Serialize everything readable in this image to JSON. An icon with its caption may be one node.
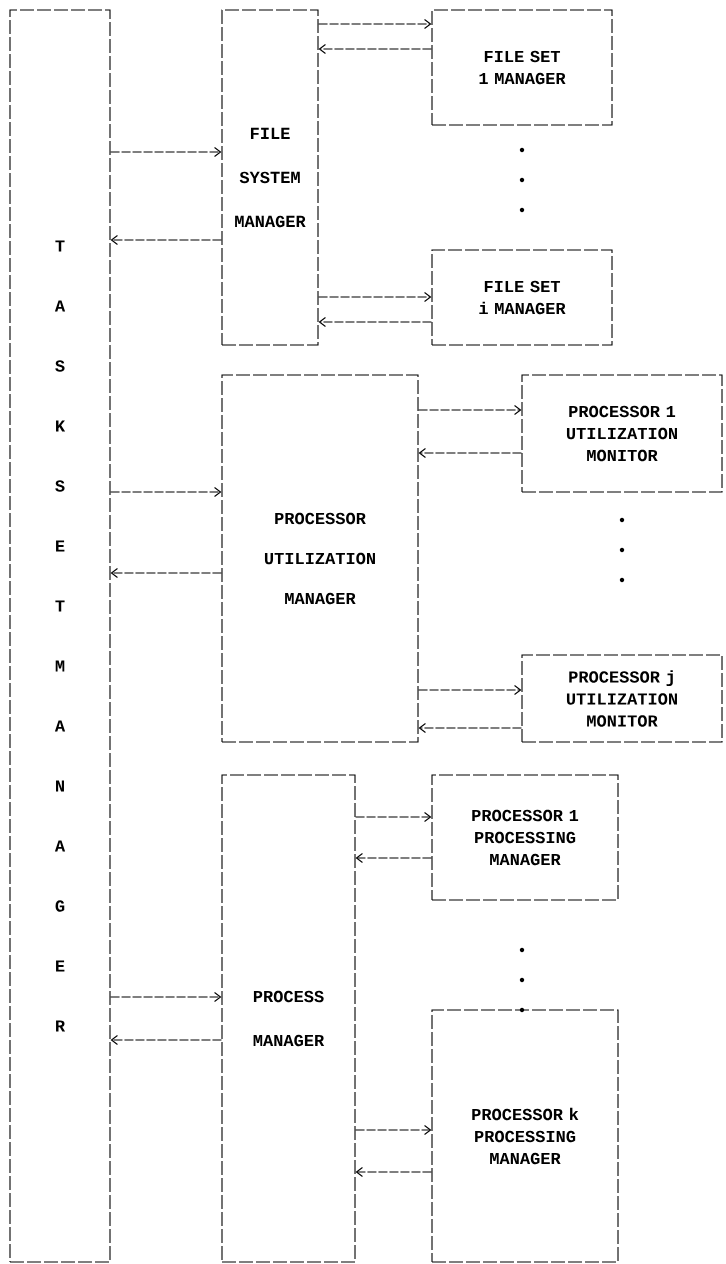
{
  "diagram": {
    "nodes": [
      {
        "text": [
          "TASK SET MANAGER"
        ]
      },
      {
        "text": [
          "FILE SYSTEM MANAGER"
        ]
      },
      {
        "text": [
          "FILE SET 1 MANAGER"
        ]
      },
      {
        "text": [
          "FILE SET i MANAGER"
        ]
      },
      {
        "text": [
          "PROCESSOR UTILIZATION MANAGER"
        ]
      },
      {
        "text": [
          "PROCESSOR 1 UTILIZATION MONITOR"
        ]
      },
      {
        "text": [
          "PROCESSOR j UTILIZATION MONITOR"
        ]
      },
      {
        "text": [
          "PROCESS MANAGER"
        ]
      },
      {
        "text": [
          "PROCESSOR 1 PROCESSING MANAGER"
        ]
      },
      {
        "text": [
          "PROCESSOR k PROCESSING MANAGER"
        ]
      }
    ],
    "edges": [
      {
        "from": 0,
        "to": 1,
        "arrow": "to"
      },
      {
        "from": 1,
        "to": 0,
        "arrow": "to"
      },
      {
        "from": 1,
        "to": 2,
        "arrow": "to"
      },
      {
        "from": 2,
        "to": 1,
        "arrow": "to"
      },
      {
        "from": 1,
        "to": 3,
        "arrow": "to"
      },
      {
        "from": 3,
        "to": 1,
        "arrow": "to"
      },
      {
        "from": 0,
        "to": 4,
        "arrow": "to"
      },
      {
        "from": 4,
        "to": 0,
        "arrow": "to"
      },
      {
        "from": 4,
        "to": 5,
        "arrow": "to"
      },
      {
        "from": 5,
        "to": 4,
        "arrow": "to"
      },
      {
        "from": 4,
        "to": 6,
        "arrow": "to"
      },
      {
        "from": 6,
        "to": 4,
        "arrow": "to"
      },
      {
        "from": 0,
        "to": 7,
        "arrow": "to"
      },
      {
        "from": 7,
        "to": 0,
        "arrow": "to"
      },
      {
        "from": 7,
        "to": 8,
        "arrow": "to"
      },
      {
        "from": 8,
        "to": 7,
        "arrow": "to"
      },
      {
        "from": 7,
        "to": 9,
        "arrow": "to"
      },
      {
        "from": 9,
        "to": 7,
        "arrow": "to"
      }
    ]
  }
}
